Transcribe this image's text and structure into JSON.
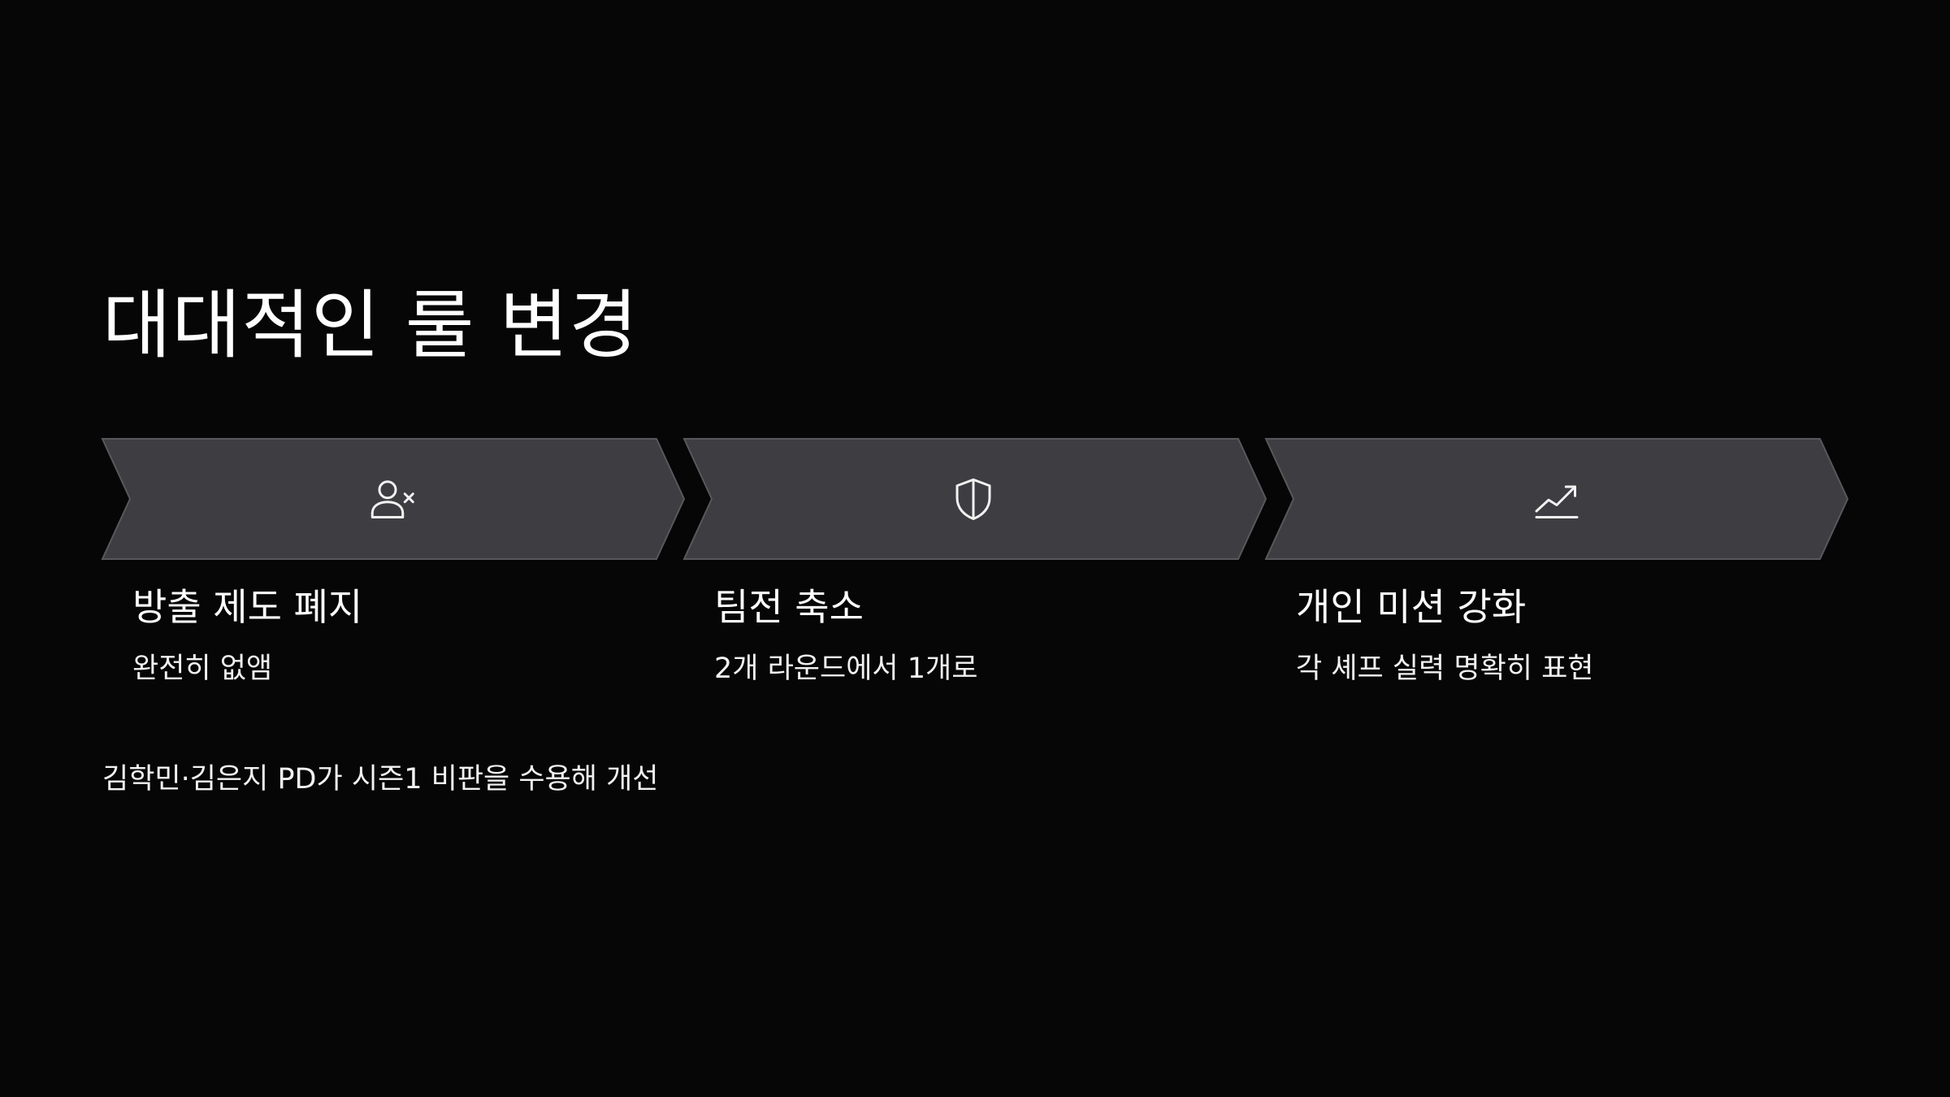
{
  "slide": {
    "title": "대대적인 룰 변경",
    "footnote": "김학민·김은지 PD가 시즌1 비판을 수용해 개선"
  },
  "colors": {
    "background": "#060606",
    "arrow_fill": "#3e3e42",
    "arrow_stroke": "#58585c",
    "text": "#ffffff",
    "icon_stroke": "#f2f2f2"
  },
  "steps": [
    {
      "icon": "user-x-icon",
      "title": "방출 제도 폐지",
      "desc": "완전히 없앰"
    },
    {
      "icon": "shield-icon",
      "title": "팀전 축소",
      "desc": "2개 라운드에서 1개로"
    },
    {
      "icon": "trend-up-icon",
      "title": "개인 미션 강화",
      "desc": "각 셰프 실력 명확히 표현"
    }
  ]
}
